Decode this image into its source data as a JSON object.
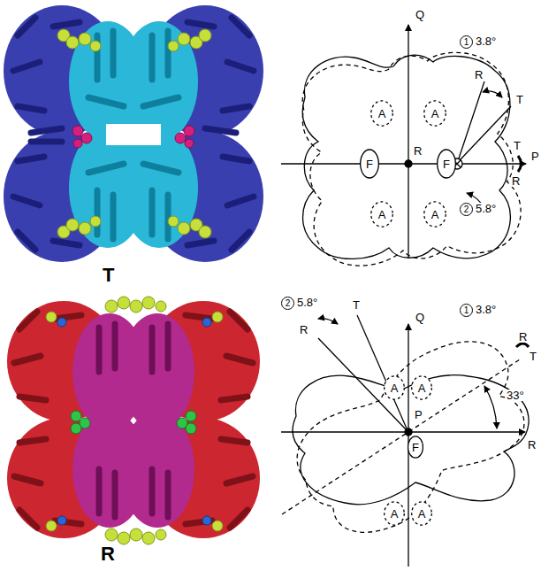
{
  "diagram": {
    "nodes": [
      {
        "text": [
          "A"
        ]
      },
      {
        "text": [
          "A"
        ]
      },
      {
        "text": [
          "F"
        ]
      },
      {
        "text": [
          "F"
        ]
      },
      {
        "text": [
          "A"
        ]
      },
      {
        "text": [
          "A"
        ]
      },
      {
        "text": [
          "A"
        ]
      },
      {
        "text": [
          "A"
        ]
      },
      {
        "text": [
          "F"
        ]
      },
      {
        "text": [
          "A"
        ]
      },
      {
        "text": [
          "A"
        ]
      }
    ],
    "labels": [
      "T",
      "R",
      "1",
      "3.8°",
      "Q",
      "R",
      "T",
      "T",
      "R",
      "P",
      "R",
      "2",
      "5.8°",
      "2",
      "5.8°",
      "T",
      "R",
      "Q",
      "1",
      "3.8°",
      "R",
      "T",
      "33°",
      "P",
      "R"
    ]
  }
}
